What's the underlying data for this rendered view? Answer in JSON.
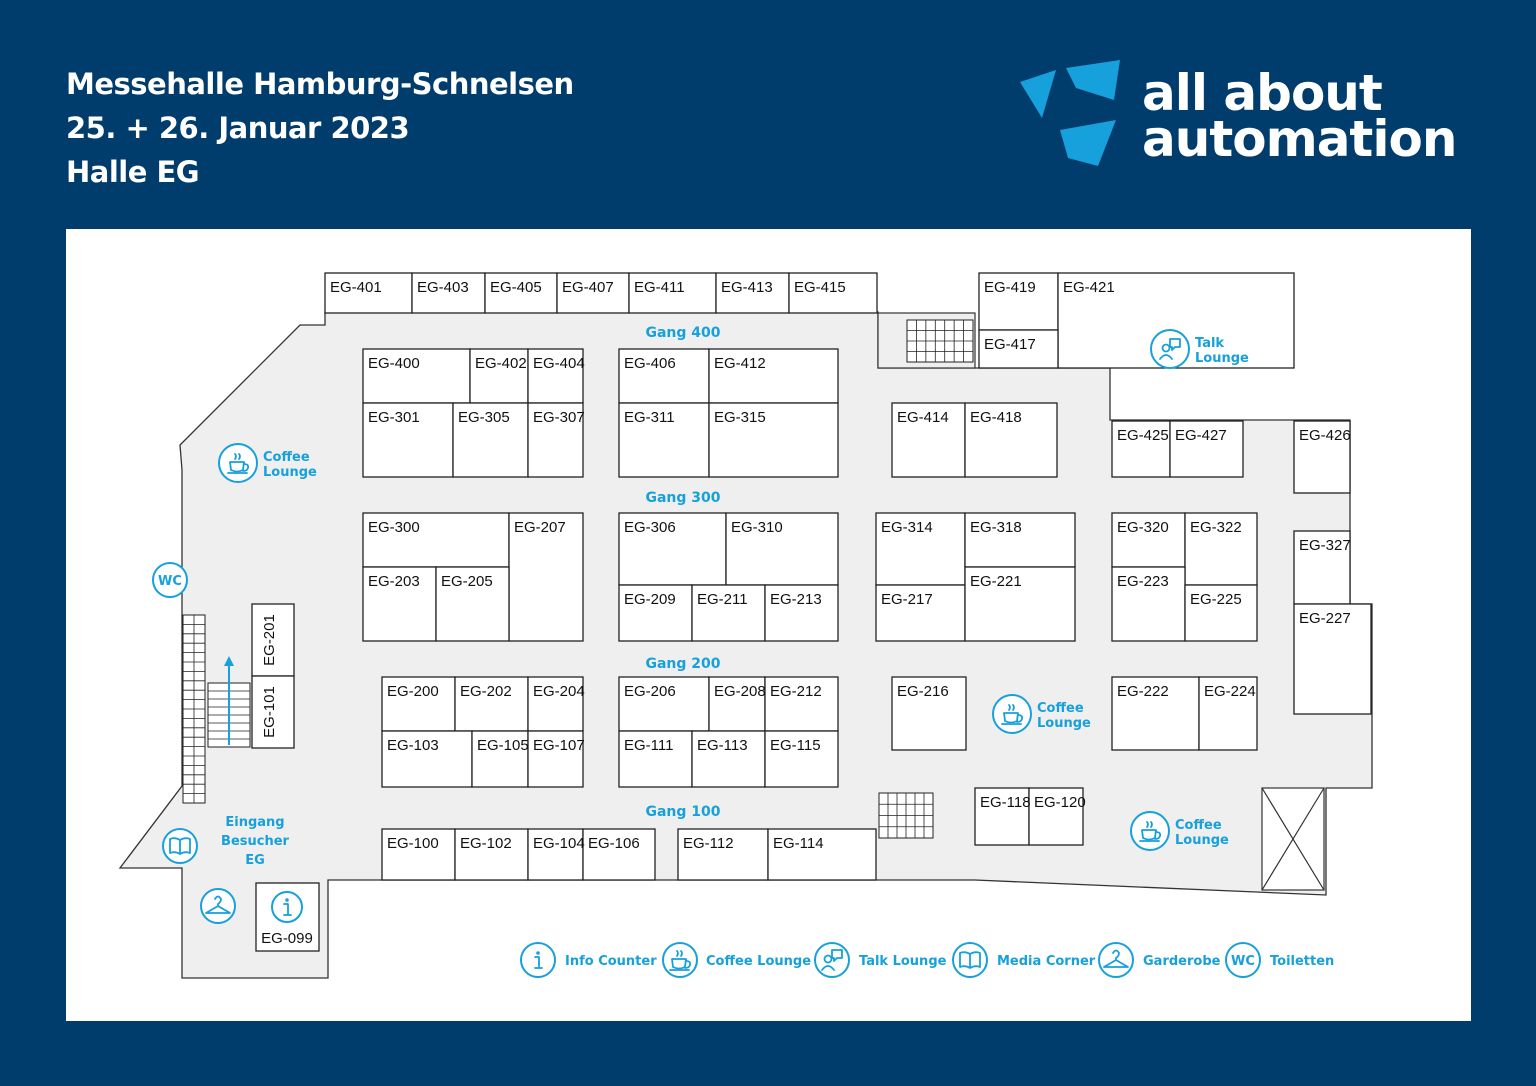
{
  "header": {
    "line1": "Messehalle Hamburg-Schnelsen",
    "line2": "25. + 26. Januar 2023",
    "line3": "Halle EG"
  },
  "logo": {
    "line1": "all about",
    "line2": "automation"
  },
  "colors": {
    "background": "#003C6C",
    "accent": "#16A0DC",
    "floor": "#EFEFEF",
    "booth": "#FFFFFF"
  },
  "aisles": [
    "Gang 400",
    "Gang 300",
    "Gang 200",
    "Gang 100"
  ],
  "booths": [
    "EG-401",
    "EG-403",
    "EG-405",
    "EG-407",
    "EG-411",
    "EG-413",
    "EG-415",
    "EG-419",
    "EG-421",
    "EG-417",
    "EG-400",
    "EG-402",
    "EG-404",
    "EG-301",
    "EG-305",
    "EG-307",
    "EG-406",
    "EG-412",
    "EG-311",
    "EG-315",
    "EG-414",
    "EG-418",
    "EG-425",
    "EG-427",
    "EG-426",
    "EG-300",
    "EG-207",
    "EG-203",
    "EG-205",
    "EG-306",
    "EG-310",
    "EG-209",
    "EG-211",
    "EG-213",
    "EG-314",
    "EG-318",
    "EG-217",
    "EG-221",
    "EG-320",
    "EG-322",
    "EG-223",
    "EG-225",
    "EG-327",
    "EG-227",
    "EG-201",
    "EG-101",
    "EG-200",
    "EG-202",
    "EG-204",
    "EG-103",
    "EG-105",
    "EG-107",
    "EG-206",
    "EG-208",
    "EG-212",
    "EG-111",
    "EG-113",
    "EG-115",
    "EG-216",
    "EG-222",
    "EG-224",
    "EG-118",
    "EG-120",
    "EG-100",
    "EG-102",
    "EG-104",
    "EG-106",
    "EG-112",
    "EG-114",
    "EG-099"
  ],
  "facilities": {
    "coffee_lounge_1": "Coffee",
    "coffee_lounge_2": "Lounge",
    "talk_lounge_1": "Talk",
    "talk_lounge_2": "Lounge",
    "wc": "WC",
    "entrance_1": "Eingang",
    "entrance_2": "Besucher",
    "entrance_3": "EG"
  },
  "legend": [
    {
      "icon": "info-icon",
      "label": "Info Counter"
    },
    {
      "icon": "coffee-cup-icon",
      "label": "Coffee Lounge"
    },
    {
      "icon": "talk-lounge-icon",
      "label": "Talk Lounge"
    },
    {
      "icon": "book-icon",
      "label": "Media Corner"
    },
    {
      "icon": "hanger-icon",
      "label": "Garderobe"
    },
    {
      "icon": "wc-icon",
      "label": "Toiletten"
    }
  ]
}
